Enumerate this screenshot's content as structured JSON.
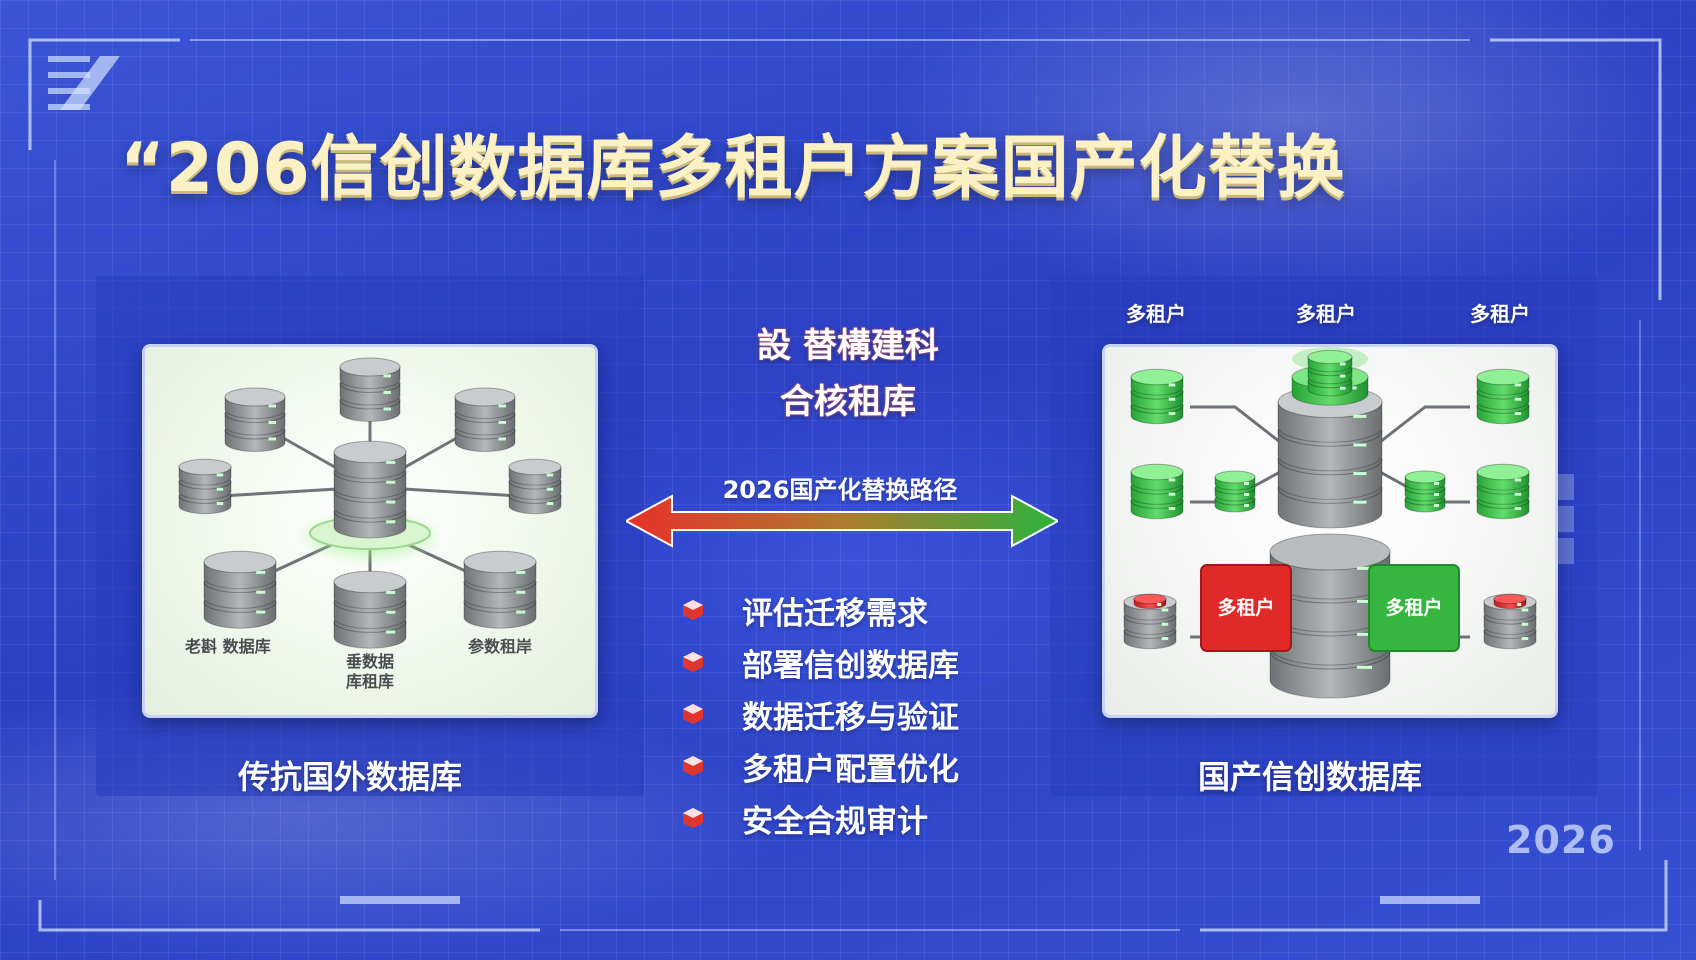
{
  "title": "“206信创数据库多租户方案国产化替换",
  "left_panel": {
    "caption": "传抗国外数据库",
    "labels": {
      "left": "老斟 数据库",
      "center_line1": "垂数据",
      "center_line2": "库租库",
      "right": "参数租岸"
    }
  },
  "middle": {
    "title_line1": "設 替構建科",
    "title_line2": "合核租库",
    "arrow_label": "2026国产化替换路径",
    "steps": [
      "评估迁移需求",
      "部署信创数据库",
      "数据迁移与验证",
      "多租户配置优化",
      "安全合规审计"
    ]
  },
  "right_panel": {
    "caption": "国产信创数据库",
    "top_labels": [
      "多租户",
      "多租户",
      "多租户"
    ],
    "box_red": "多租户",
    "box_green": "多租户"
  },
  "year": "2026",
  "colors": {
    "background": "#2f46c8",
    "title": "#fbf1c4",
    "arrow_left": "#e8302a",
    "arrow_right": "#2bb43c",
    "db_gray": "#8a8d90",
    "db_green": "#3cc24a",
    "db_red": "#e02a2a",
    "bullet_red": "#e0352f"
  }
}
